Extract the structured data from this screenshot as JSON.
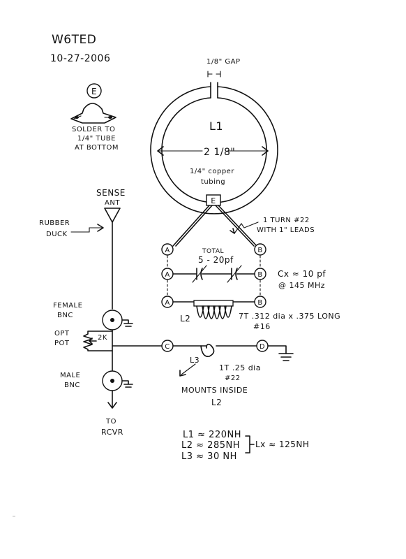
{
  "header": {
    "callsign": "W6TED",
    "date": "10-27-2006"
  },
  "loop": {
    "gap_label": "1/8\" GAP",
    "inductor": "L1",
    "diameter": "2 1/8\"",
    "material_1": "1/4\" copper",
    "material_2": "tubing",
    "clamp_node": "E",
    "leads_note_1": "1 TURN #22",
    "leads_note_2": "WITH 1\" LEADS"
  },
  "clamp_detail": {
    "node": "E",
    "note_1": "SOLDER TO",
    "note_2": "1/4\" TUBE",
    "note_3": "AT BOTTOM"
  },
  "capacitor": {
    "node_a": "A",
    "node_b": "B",
    "total_label": "TOTAL",
    "range": "5 - 20pf",
    "cx_1": "Cx ≈ 10 pf",
    "cx_2": "@ 145 MHz"
  },
  "coil_l2": {
    "node_a": "A",
    "node_b": "B",
    "label": "L2",
    "spec_1": "7T .312 dia x .375 LONG",
    "spec_2": "#16"
  },
  "coil_l3": {
    "node_c": "C",
    "node_d": "D",
    "label": "L3",
    "spec_1": "1T .25 dia",
    "spec_2": "#22",
    "mount_1": "MOUNTS INSIDE",
    "mount_2": "L2"
  },
  "sense": {
    "label_1": "SENSE",
    "label_2": "ANT",
    "duck_1": "RUBBER",
    "duck_2": "DUCK",
    "female_1": "FEMALE",
    "female_2": "BNC",
    "pot_1": "OPT",
    "pot_2": "POT",
    "pot_value": "2K",
    "male_1": "MALE",
    "male_2": "BNC",
    "to_1": "TO",
    "to_2": "RCVR"
  },
  "values": {
    "l1": "L1 ≈ 220NH",
    "l2": "L2 ≈ 285NH",
    "l3": "L3 ≈ 30 NH",
    "lx": "Lx ≈ 125NH"
  }
}
